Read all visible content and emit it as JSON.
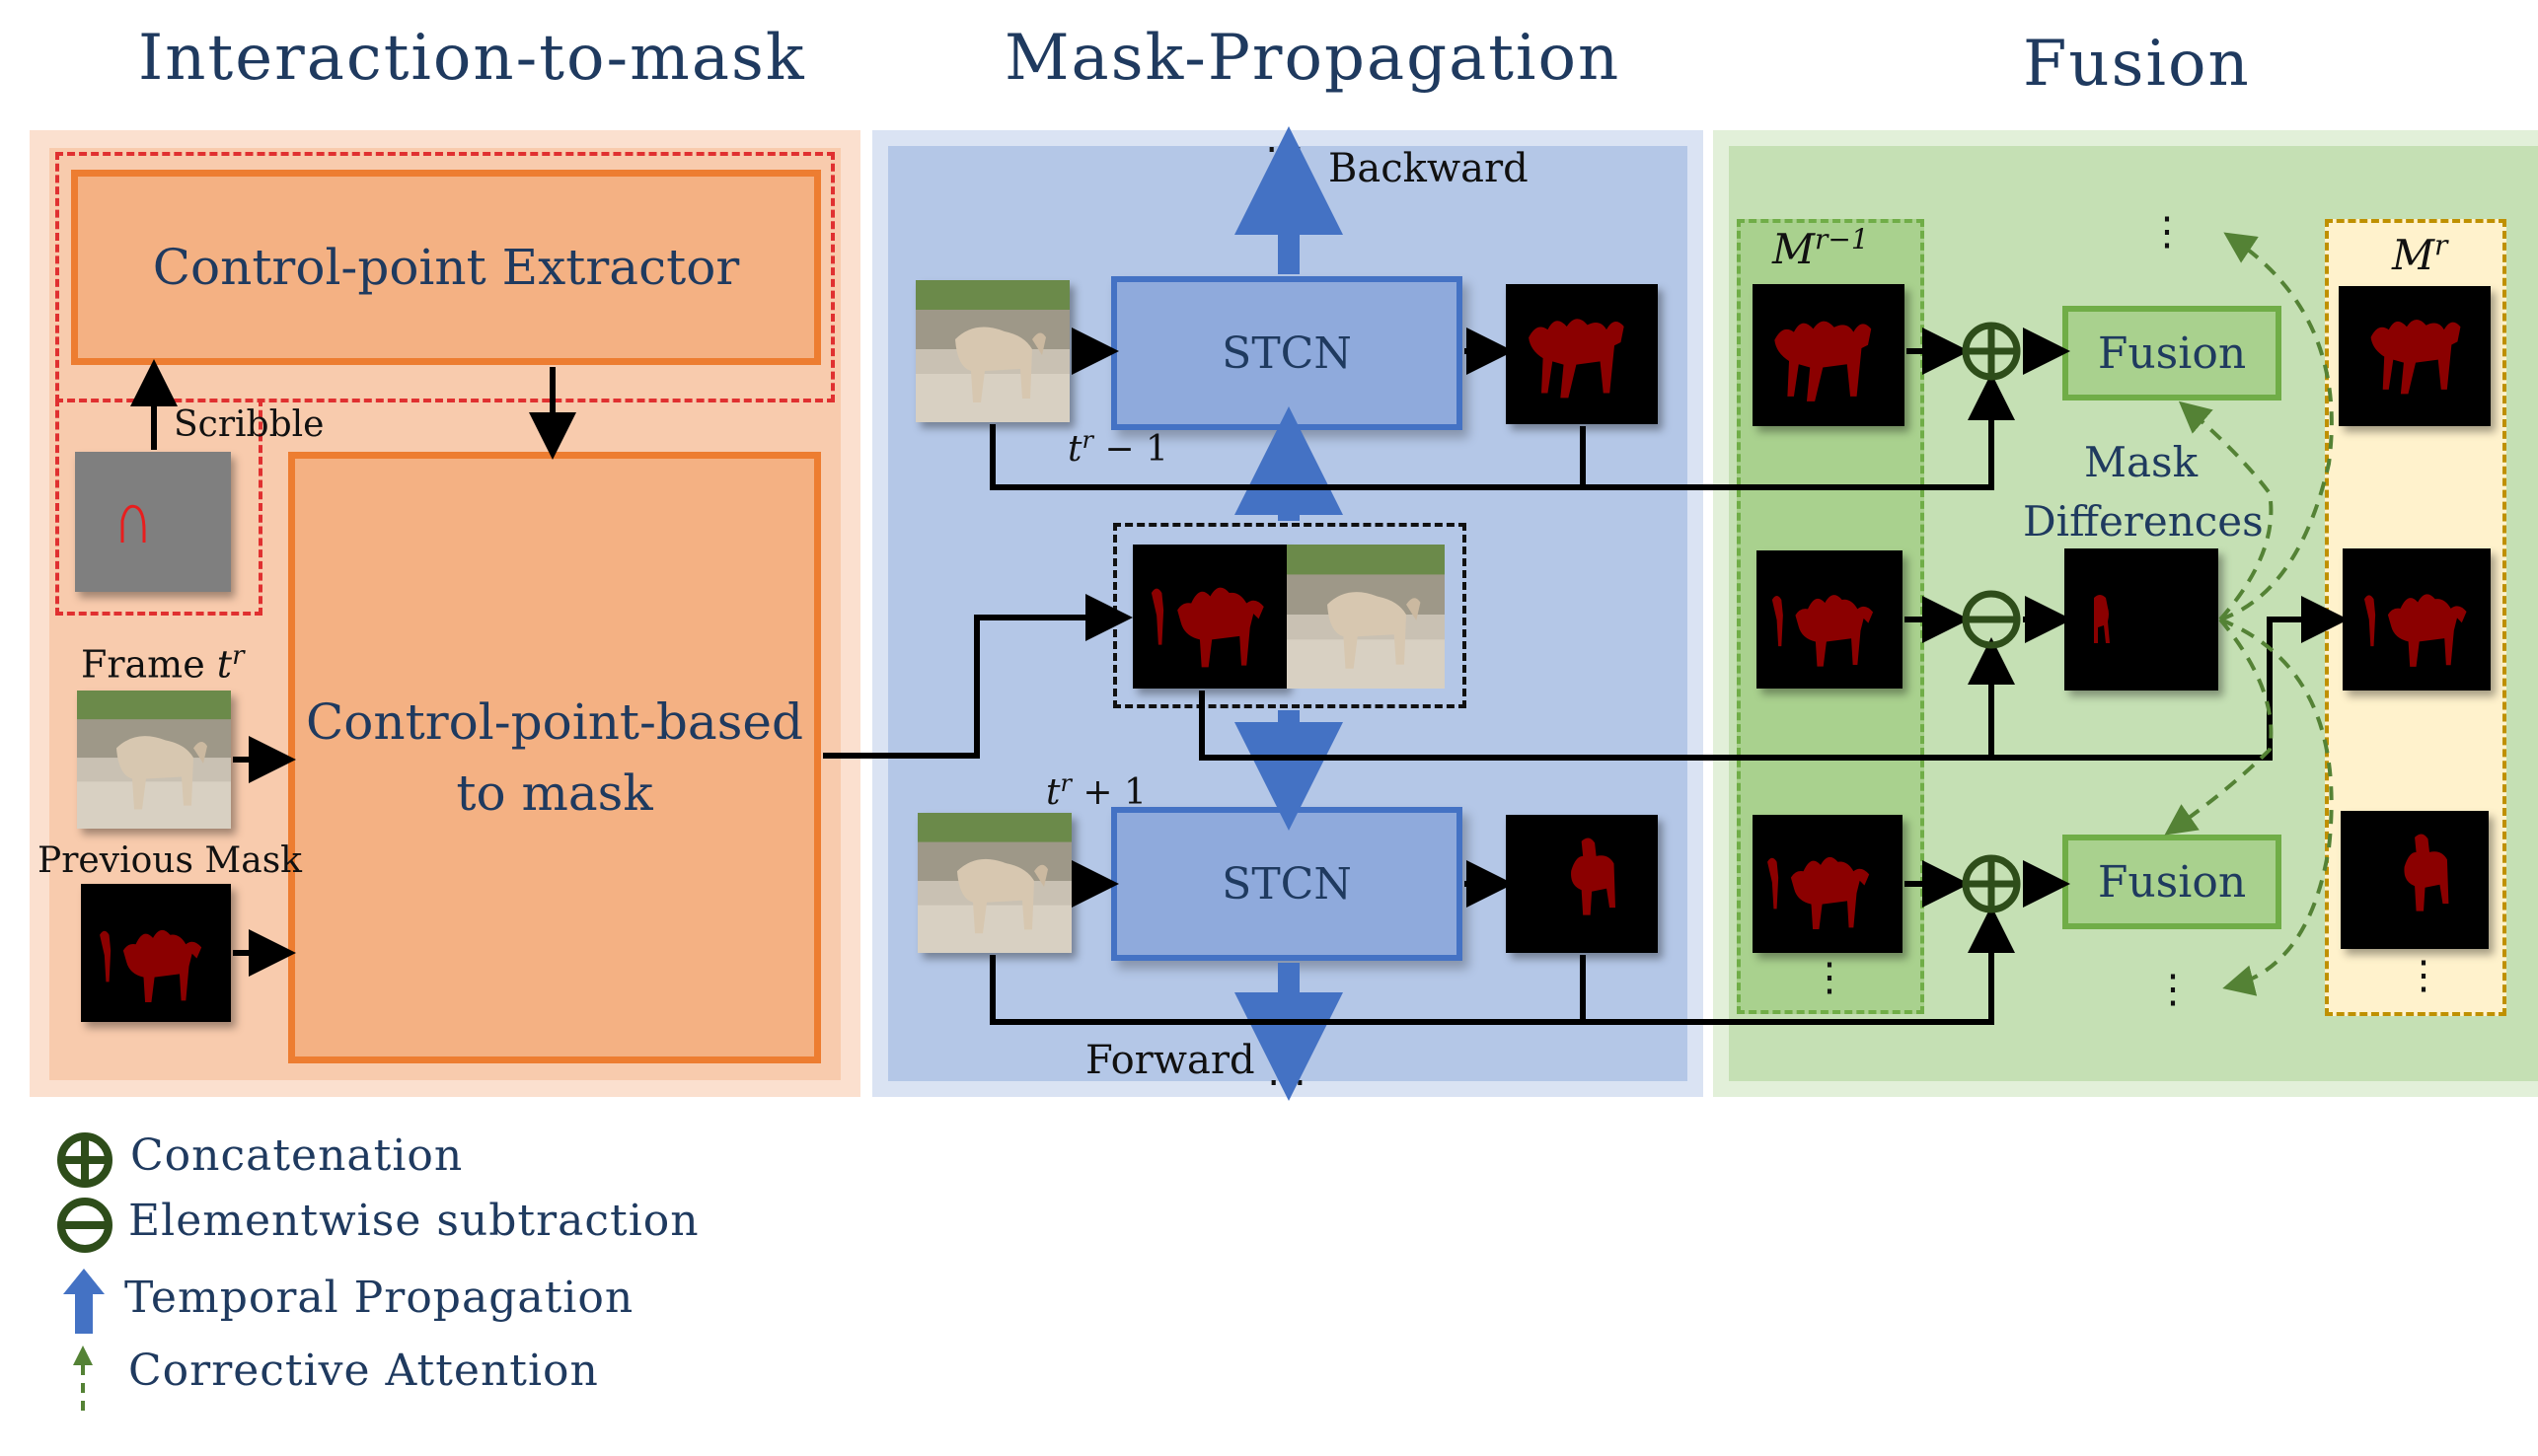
{
  "sections": {
    "interaction_title": "Interaction-to-mask",
    "propagation_title": "Mask-Propagation",
    "fusion_title": "Fusion"
  },
  "interaction": {
    "extractor_label": "Control-point Extractor",
    "scribble_label": "Scribble",
    "frame_label_prefix": "Frame ",
    "frame_label_math": "t",
    "frame_label_sup": "r",
    "previous_mask_label": "Previous Mask",
    "cp_mask_line1": "Control-point-based",
    "cp_mask_line2": "to mask"
  },
  "propagation": {
    "backward_label": "Backward",
    "forward_label": "Forward",
    "stcn_top_label": "STCN",
    "stcn_bottom_label": "STCN",
    "t_prev_label": "t",
    "t_prev_sup": "r",
    "t_prev_suffix": " − 1",
    "t_next_label": "t",
    "t_next_sup": "r",
    "t_next_suffix": " + 1",
    "dots": "⋯"
  },
  "fusion": {
    "m_prev_label": "M",
    "m_prev_sup": "r−1",
    "m_cur_label": "M",
    "m_cur_sup": "r",
    "fusion_top_label": "Fusion",
    "fusion_bottom_label": "Fusion",
    "mask_diff_line1": "Mask",
    "mask_diff_line2": "Differences",
    "vdots": "⋮"
  },
  "legend": {
    "concat": "Concatenation",
    "subtract": "Elementwise subtraction",
    "temporal": "Temporal Propagation",
    "corrective": "Corrective Attention"
  },
  "colors": {
    "orange_panel": "#fbe0cf",
    "orange_box": "#f4b183",
    "orange_border": "#ed7d31",
    "blue_panel_outer": "#dae3f3",
    "blue_panel_inner": "#b4c7e7",
    "blue_arrow": "#4472c4",
    "green_panel_outer": "#e2f0d9",
    "green_panel_inner": "#c5e0b4",
    "green_dark": "#385723",
    "green_dash": "#548235",
    "mask_red": "#8b0000",
    "title_navy": "#1f3a5f"
  }
}
